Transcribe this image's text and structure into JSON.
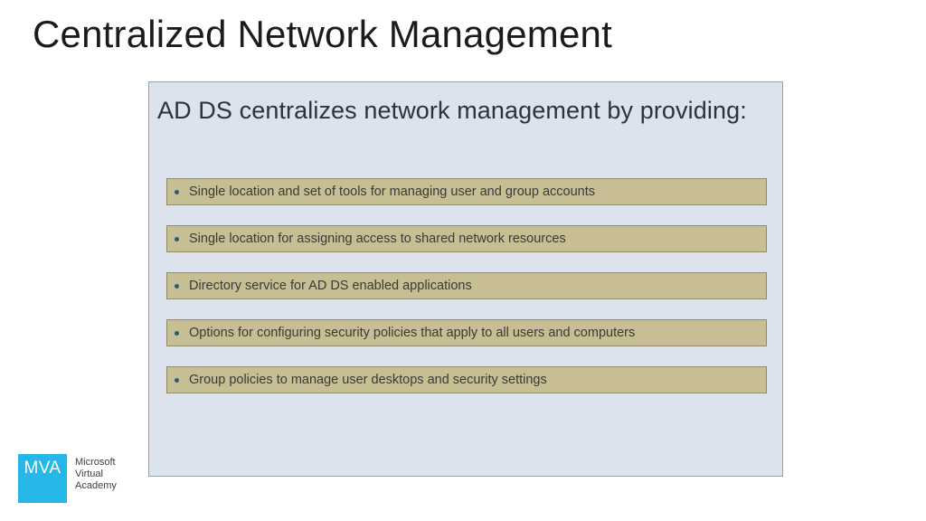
{
  "slide": {
    "title": "Centralized Network Management"
  },
  "panel": {
    "heading": "AD DS centralizes network management by providing:",
    "bullets": [
      {
        "text": "Single location and set of tools for managing user and group accounts"
      },
      {
        "text": "Single location for assigning access to shared network resources"
      },
      {
        "text": "Directory service for AD DS enabled applications"
      },
      {
        "text": "Options for configuring security policies that apply to all users and computers"
      },
      {
        "text": "Group policies to manage user desktops and security settings"
      }
    ]
  },
  "logo": {
    "mark": "MVA",
    "line1": "Microsoft",
    "line2": "Virtual",
    "line3": "Academy"
  },
  "colors": {
    "slide_background": "#ffffff",
    "panel_background": "#dde3ec",
    "panel_border": "#98a0ac",
    "bullet_bar_background": "#c7bf93",
    "bullet_bar_border": "#8e8a6d",
    "bullet_dot": "#1f6378",
    "bullet_text": "#3a3a36",
    "heading_text": "#2b3240",
    "title_text": "#1b1b1b",
    "logo_accent": "#25b7e8"
  }
}
